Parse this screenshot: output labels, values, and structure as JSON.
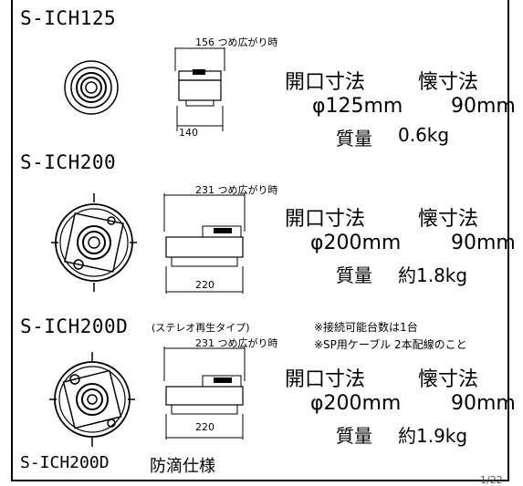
{
  "products": [
    {
      "model": "S-ICH125",
      "spread_label": "156 つめ広がり時",
      "body_width": "140",
      "opening_label": "開口寸法",
      "depth_label": "懐寸法",
      "opening_value": "φ125mm",
      "depth_value": "90mm",
      "mass_label": "質量",
      "mass_value": "0.6kg"
    },
    {
      "model": "S-ICH200",
      "spread_label": "231 つめ広がり時",
      "body_width": "220",
      "opening_label": "開口寸法",
      "depth_label": "懐寸法",
      "opening_value": "φ200mm",
      "depth_value": "90mm",
      "mass_label": "質量",
      "mass_value": "約1.8kg"
    },
    {
      "model": "S-ICH200D",
      "subtitle": "(ステレオ再生タイプ)",
      "spread_label": "231 つめ広がり時",
      "body_width": "220",
      "note1": "※接続可能台数は1台",
      "note2": "※SP用ケーブル 2本配線のこと",
      "opening_label": "開口寸法",
      "depth_label": "懐寸法",
      "opening_value": "φ200mm",
      "depth_value": "90mm",
      "mass_label": "質量",
      "mass_value": "約1.9kg"
    }
  ],
  "footer": {
    "model": "S-ICH200D",
    "variant": "防滴仕様",
    "page": "1/22"
  }
}
